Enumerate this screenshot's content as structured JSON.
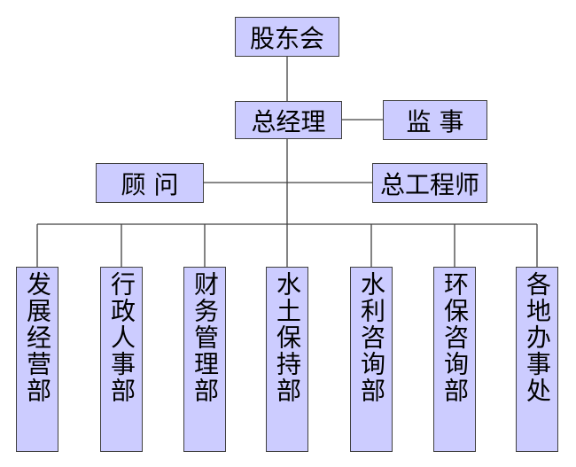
{
  "top": {
    "shareholders": "股东会",
    "general_manager": "总经理",
    "supervisor": "监 事",
    "advisor": "顾 问",
    "chief_engineer": "总工程师"
  },
  "departments": [
    {
      "label": "发展经营部"
    },
    {
      "label": "行政人事部"
    },
    {
      "label": "财务管理部"
    },
    {
      "label": "水土保持部"
    },
    {
      "label": "水利咨询部"
    },
    {
      "label": "环保咨询部"
    },
    {
      "label": "各地办事处"
    }
  ],
  "colors": {
    "box_fill": "#ccccff",
    "line": "#404040"
  }
}
